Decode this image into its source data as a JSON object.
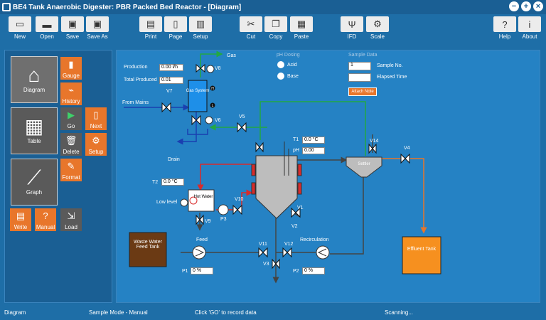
{
  "window": {
    "title": "BE4 Tank Anaerobic Digester: PBR Packed Bed Reactor - [Diagram]",
    "controls": [
      "−",
      "+",
      "×"
    ]
  },
  "toolbar": {
    "new": "New",
    "open": "Open",
    "save": "Save",
    "save_as": "Save As",
    "print": "Print",
    "page": "Page",
    "setup": "Setup",
    "cut": "Cut",
    "copy": "Copy",
    "paste": "Paste",
    "ifd": "IFD",
    "scale": "Scale",
    "help": "Help",
    "about": "About"
  },
  "sidebar": {
    "diagram": "Diagram",
    "table": "Table",
    "graph": "Graph",
    "gauge": "Gauge",
    "history": "History",
    "go": "Go",
    "next": "Next",
    "delete": "Delete",
    "setup": "Setup",
    "format": "Format",
    "write": "Write",
    "manual": "Manual",
    "load": "Load"
  },
  "diagram": {
    "gas_label": "Gas",
    "production_label": "Production",
    "production_value": "0.00 l/h",
    "total_produced_label": "Total Produced",
    "total_produced_value": "0.01",
    "v8": "V8",
    "v7": "V7",
    "v6": "V6",
    "v5": "V5",
    "v9": "V9",
    "v10": "V10",
    "v11": "V11",
    "v12": "V12",
    "v3": "V3",
    "v1": "V1",
    "v2": "V2",
    "v14": "V14",
    "v4": "V4",
    "from_mains": "From Mains",
    "gas_system": "Gas System",
    "h_marker": "H",
    "l_marker": "L",
    "drain": "Drain",
    "ph_dosing": "pH Dosing",
    "acid": "Acid",
    "base": "Base",
    "sample_data": "Sample Data",
    "sample_no_value": "1",
    "sample_no_label": "Sample No.",
    "elapsed_time_value": "",
    "elapsed_time_label": "Elapsed Time",
    "attach_note": "Attach Note",
    "t1_label": "T1",
    "t1_value": "0.0 °C",
    "ph_label": "pH",
    "ph_value": "0.00",
    "t2_label": "T2",
    "t2_value": "0.0 °C",
    "settler": "Settler",
    "hot_water": "Hot Water",
    "low_level": "Low level",
    "p3": "P3",
    "feed": "Feed",
    "recirculation": "Recirculation",
    "waste_water_tank": "Waste Water Feed Tank",
    "effluent_tank": "Effluent Tank",
    "p1_label": "P1",
    "p1_value": "0 %",
    "p2_label": "P2",
    "p2_value": "0 %"
  },
  "status": {
    "view": "Diagram",
    "mode": "Sample Mode - Manual",
    "hint": "Click 'GO' to record data",
    "state": "Scanning..."
  },
  "colors": {
    "orange": "#e8762b",
    "green": "#22a844",
    "red": "#d92b2b",
    "blue": "#1a3fb0",
    "gray": "#555555"
  }
}
